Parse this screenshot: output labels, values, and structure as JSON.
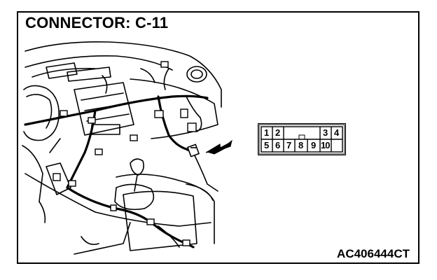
{
  "diagram": {
    "title": "CONNECTOR: C-11",
    "figure_code": "AC406444CT",
    "connector": {
      "top_row": [
        "1",
        "2",
        "3",
        "4"
      ],
      "bottom_row": [
        "5",
        "6",
        "7",
        "8",
        "9",
        "10"
      ]
    }
  }
}
